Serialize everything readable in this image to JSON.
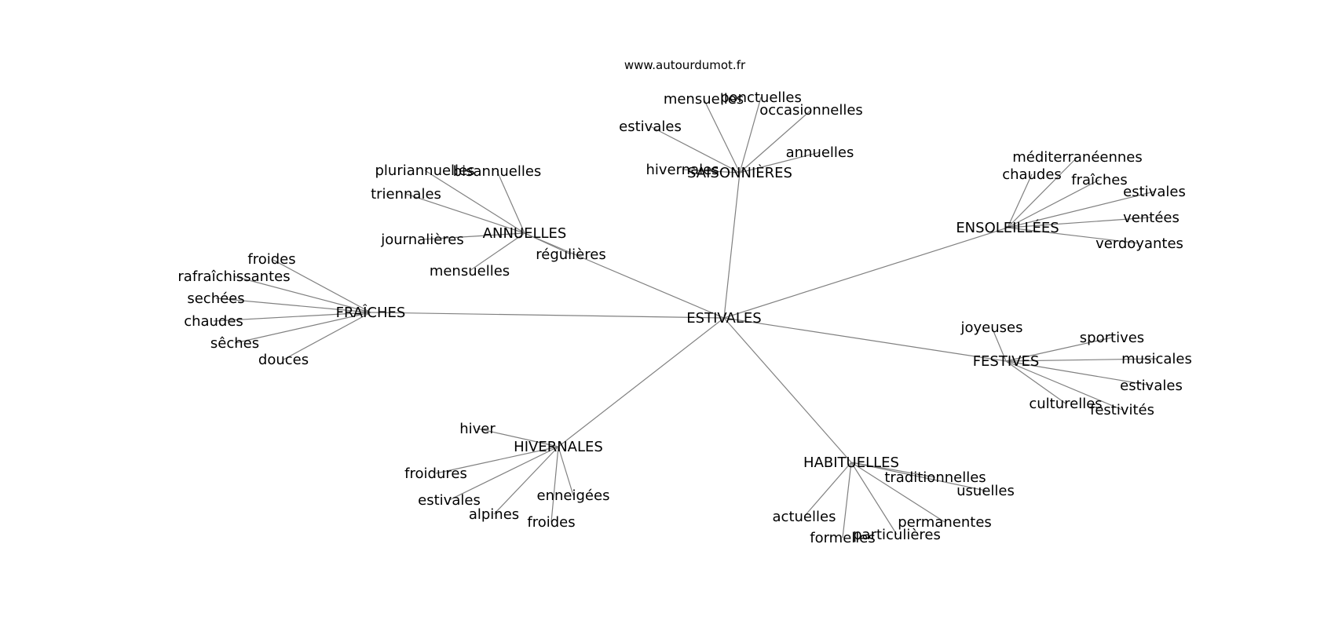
{
  "watermark": "www.autourdumot.fr",
  "colors": {
    "edge": "#808080",
    "text": "#000000",
    "background": "#ffffff"
  },
  "graph": {
    "center": "ESTIVALES",
    "clusters": [
      {
        "hub": "SAISONNIÈRES",
        "leaves": [
          "mensuelles",
          "ponctuelles",
          "occasionnelles",
          "estivales",
          "annuelles",
          "hivernales"
        ]
      },
      {
        "hub": "ANNUELLES",
        "leaves": [
          "pluriannuelles",
          "bisannuelles",
          "triennales",
          "journalières",
          "mensuelles",
          "régulières"
        ]
      },
      {
        "hub": "ENSOLEILLÉES",
        "leaves": [
          "méditerranéennes",
          "chaudes",
          "fraîches",
          "estivales",
          "ventées",
          "verdoyantes"
        ]
      },
      {
        "hub": "FRAÎCHES",
        "leaves": [
          "froides",
          "rafraîchissantes",
          "sechées",
          "chaudes",
          "sêches",
          "douces"
        ]
      },
      {
        "hub": "FESTIVES",
        "leaves": [
          "joyeuses",
          "sportives",
          "musicales",
          "estivales",
          "culturelles",
          "festivités"
        ]
      },
      {
        "hub": "HIVERNALES",
        "leaves": [
          "hiver",
          "froidures",
          "estivales",
          "alpines",
          "froides",
          "enneigées"
        ]
      },
      {
        "hub": "HABITUELLES",
        "leaves": [
          "traditionnelles",
          "usuelles",
          "actuelles",
          "formelles",
          "particulières",
          "permanentes"
        ]
      }
    ]
  }
}
